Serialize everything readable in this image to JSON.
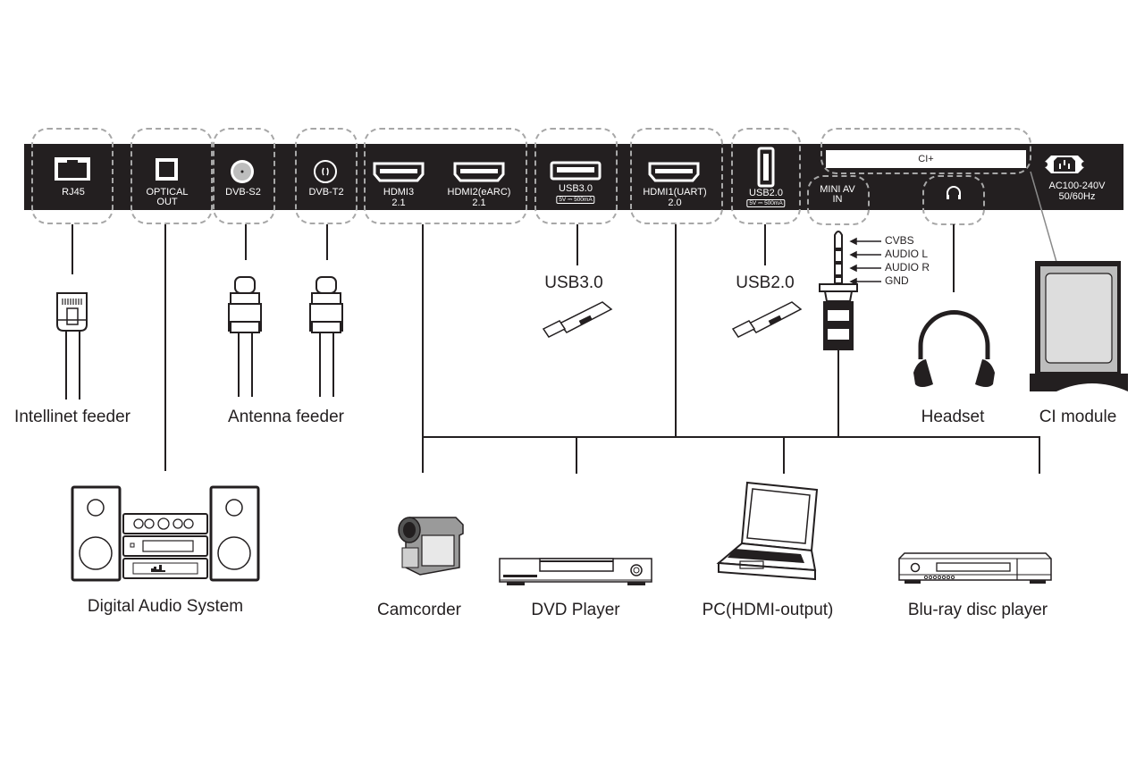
{
  "diagram": {
    "type": "tv-rear-panel-connection-diagram",
    "panel_ports": [
      {
        "id": "rj45",
        "label": "RJ45"
      },
      {
        "id": "optical",
        "label": "OPTICAL\nOUT",
        "line1": "OPTICAL",
        "line2": "OUT"
      },
      {
        "id": "dvb-s2",
        "label": "DVB-S2"
      },
      {
        "id": "dvb-t2",
        "label": "DVB-T2"
      },
      {
        "id": "hdmi3",
        "line1": "HDMI3",
        "line2": "2.1"
      },
      {
        "id": "hdmi2",
        "line1": "HDMI2(eARC)",
        "line2": "2.1"
      },
      {
        "id": "usb3",
        "line1": "USB3.0",
        "spec": "5V ⎓ 500mA"
      },
      {
        "id": "hdmi1",
        "line1": "HDMI1(UART)",
        "line2": "2.0"
      },
      {
        "id": "usb2",
        "line1": "USB2.0",
        "spec": "5V ⎓ 500mA"
      },
      {
        "id": "ci-slot",
        "label": "CI+"
      },
      {
        "id": "mini-av",
        "line1": "MINI AV",
        "line2": "IN"
      },
      {
        "id": "headphone",
        "icon": "headphones-icon"
      },
      {
        "id": "power",
        "line1": "AC100-240V",
        "line2": "50/60Hz"
      }
    ],
    "mini_av_pins": [
      "CVBS",
      "AUDIO L",
      "AUDIO R",
      "GND"
    ],
    "devices": {
      "intellinet": "Intellinet feeder",
      "antenna": "Antenna feeder",
      "usb3": "USB3.0",
      "usb2": "USB2.0",
      "headset": "Headset",
      "ci_module": "CI module",
      "audio_system": "Digital Audio System",
      "camcorder": "Camcorder",
      "dvd": "DVD Player",
      "pc": "PC(HDMI-output)",
      "bluray": "Blu-ray disc player"
    },
    "colors": {
      "panel": "#231f20",
      "dashed_outline": "#a7a7a7",
      "line": "#231f20",
      "background": "#ffffff"
    }
  }
}
